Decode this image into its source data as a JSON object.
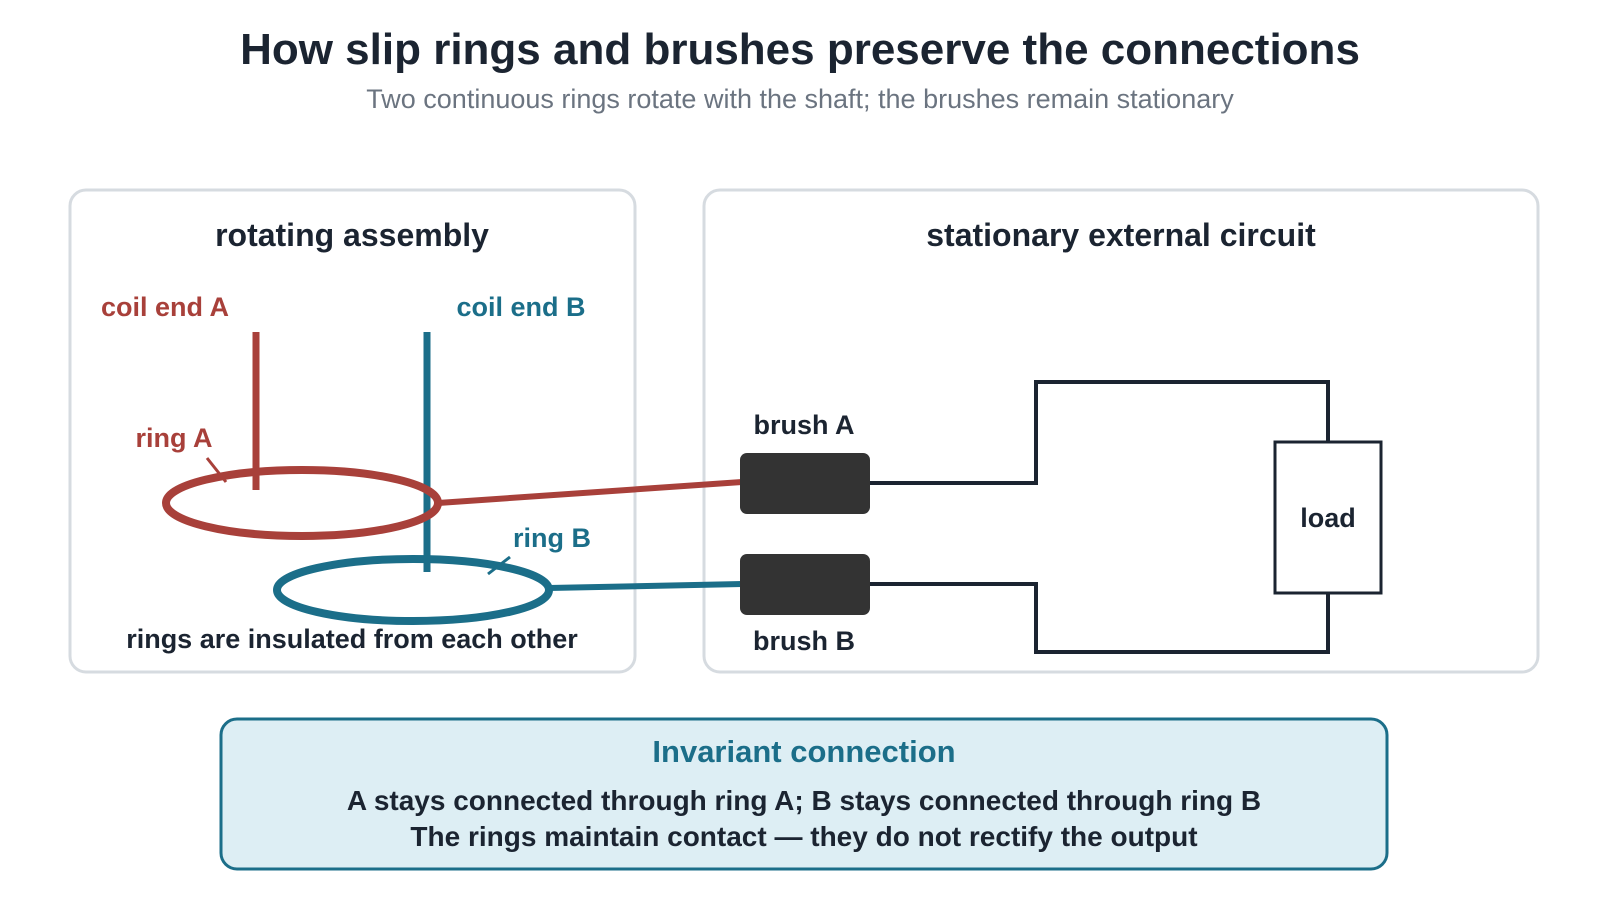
{
  "title": "How slip rings and brushes preserve the connections",
  "subtitle": "Two continuous rings rotate with the shaft; the brushes remain stationary",
  "rotating_panel": {
    "title": "rotating assembly",
    "coil_end_a": "coil end A",
    "coil_end_b": "coil end B",
    "ring_a": "ring A",
    "ring_b": "ring B",
    "note": "rings are insulated from each other"
  },
  "stationary_panel": {
    "title": "stationary external circuit",
    "brush_a": "brush A",
    "brush_b": "brush B",
    "load": "load"
  },
  "invariant": {
    "title": "Invariant connection",
    "line1": "A stays connected through ring A; B stays connected through ring B",
    "line2": "The rings maintain contact — they do not rectify the output"
  },
  "colors": {
    "ring_a": "#a8403a",
    "ring_b": "#1b6e89",
    "brush": "#333333",
    "wire": "#1b2431",
    "note_fill": "#ddeef4"
  }
}
